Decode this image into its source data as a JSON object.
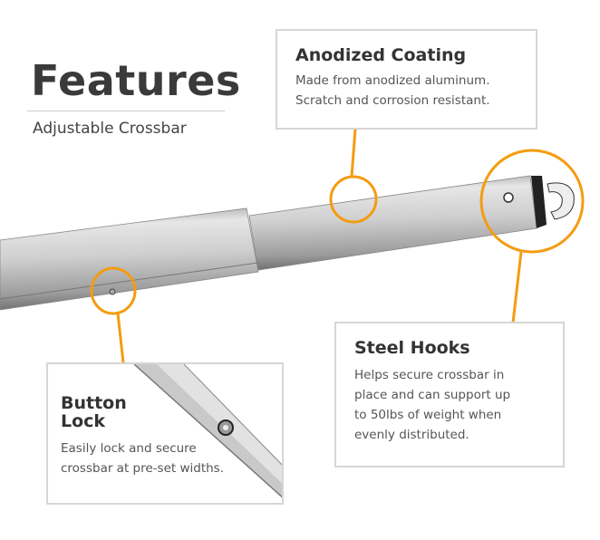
{
  "header": {
    "title": "Features",
    "subtitle": "Adjustable Crossbar"
  },
  "callouts": {
    "anodized": {
      "title": "Anodized Coating",
      "lines": [
        "Made from anodized aluminum.",
        "Scratch and corrosion resistant."
      ]
    },
    "hooks": {
      "title": "Steel Hooks",
      "lines": [
        "Helps secure crossbar in",
        "place and can support up",
        "to 50lbs of weight when",
        "evenly distributed."
      ]
    },
    "button": {
      "title_lines": [
        "Button",
        "Lock"
      ],
      "lines": [
        "Easily lock and secure",
        "crossbar at pre-set widths."
      ]
    }
  },
  "colors": {
    "accent": "#f39c12",
    "border": "#d6d6d6"
  }
}
